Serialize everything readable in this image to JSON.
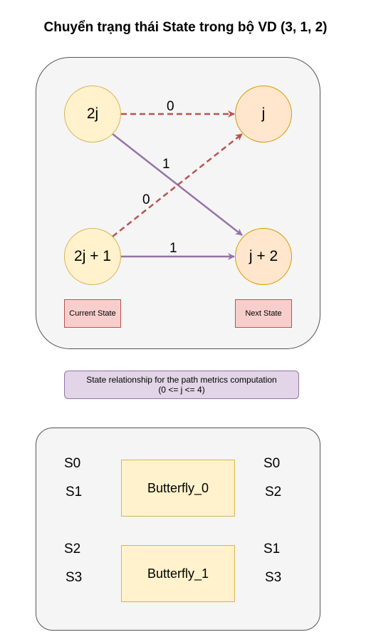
{
  "title": "Chuyển trạng thái State trong bộ VD (3, 1, 2)",
  "state_diagram": {
    "nodes": {
      "src_even": "2j",
      "dst_j": "j",
      "src_odd": "2j + 1",
      "dst_j2": "j + 2"
    },
    "edge_labels": {
      "even_to_j": "0",
      "even_to_j2": "1",
      "odd_to_j": "0",
      "odd_to_j2": "1"
    },
    "current_state_label": "Current State",
    "next_state_label": "Next State",
    "colors": {
      "edge_zero": "#b85450",
      "edge_one": "#9673a6"
    }
  },
  "caption": {
    "line1": "State relationship for the path metrics computation",
    "line2": "(0 <= j <= 4)"
  },
  "butterflies": [
    {
      "name": "Butterfly_0",
      "inputs": [
        "S0",
        "S1"
      ],
      "outputs": [
        "S0",
        "S2"
      ]
    },
    {
      "name": "Butterfly_1",
      "inputs": [
        "S2",
        "S3"
      ],
      "outputs": [
        "S1",
        "S3"
      ]
    }
  ]
}
